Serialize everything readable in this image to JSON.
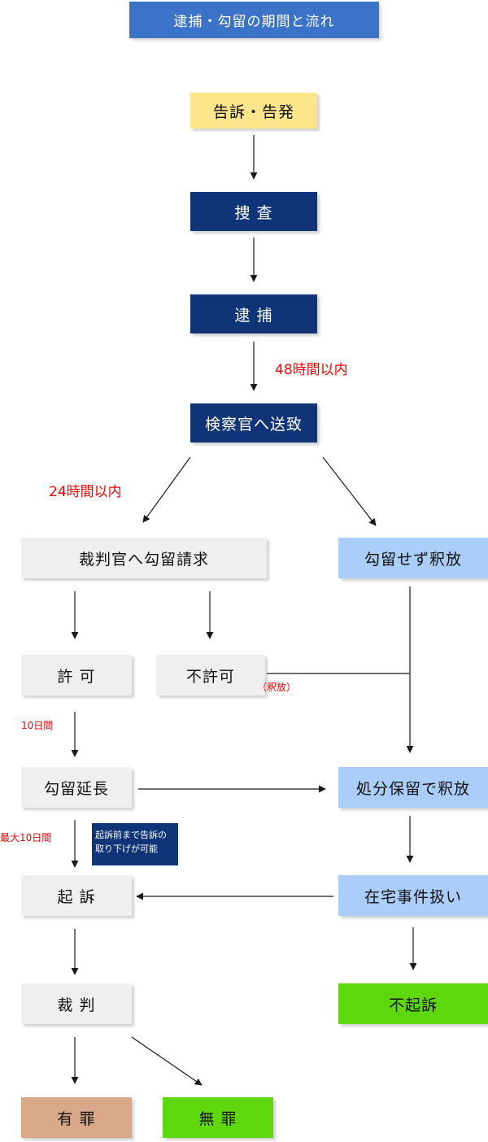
{
  "title": "逮捕・勾留の期間と流れ",
  "nodes": {
    "complaint": "告訴・告発",
    "investigation": "捜 査",
    "arrest": "逮 捕",
    "referral": "検察官へ送致",
    "detention_request": "裁判官へ勾留請求",
    "release_no_detention": "勾留せず釈放",
    "permitted": "許 可",
    "not_permitted": "不許可",
    "extension": "勾留延長",
    "deferred_release": "処分保留で釈放",
    "indictment": "起 訴",
    "at_home_case": "在宅事件扱い",
    "trial": "裁 判",
    "non_indictment": "不起訴",
    "guilty": "有 罪",
    "not_guilty": "無 罪"
  },
  "note": "起訴前まで告訴の取り下げが可能",
  "labels": {
    "within_48h": "48時間以内",
    "within_24h": "24時間以内",
    "release_paren": "（釈放）",
    "ten_days": "10日間",
    "max_ten_days": "最大10日間"
  },
  "colors": {
    "title_bg": "#3b73c9",
    "navy": "#0f3478",
    "gray": "#efefef",
    "light_blue": "#aacdfa",
    "yellow": "#fde58c",
    "green": "#5ed80c",
    "tan": "#d9a78a",
    "label_red": "#ff0000"
  }
}
